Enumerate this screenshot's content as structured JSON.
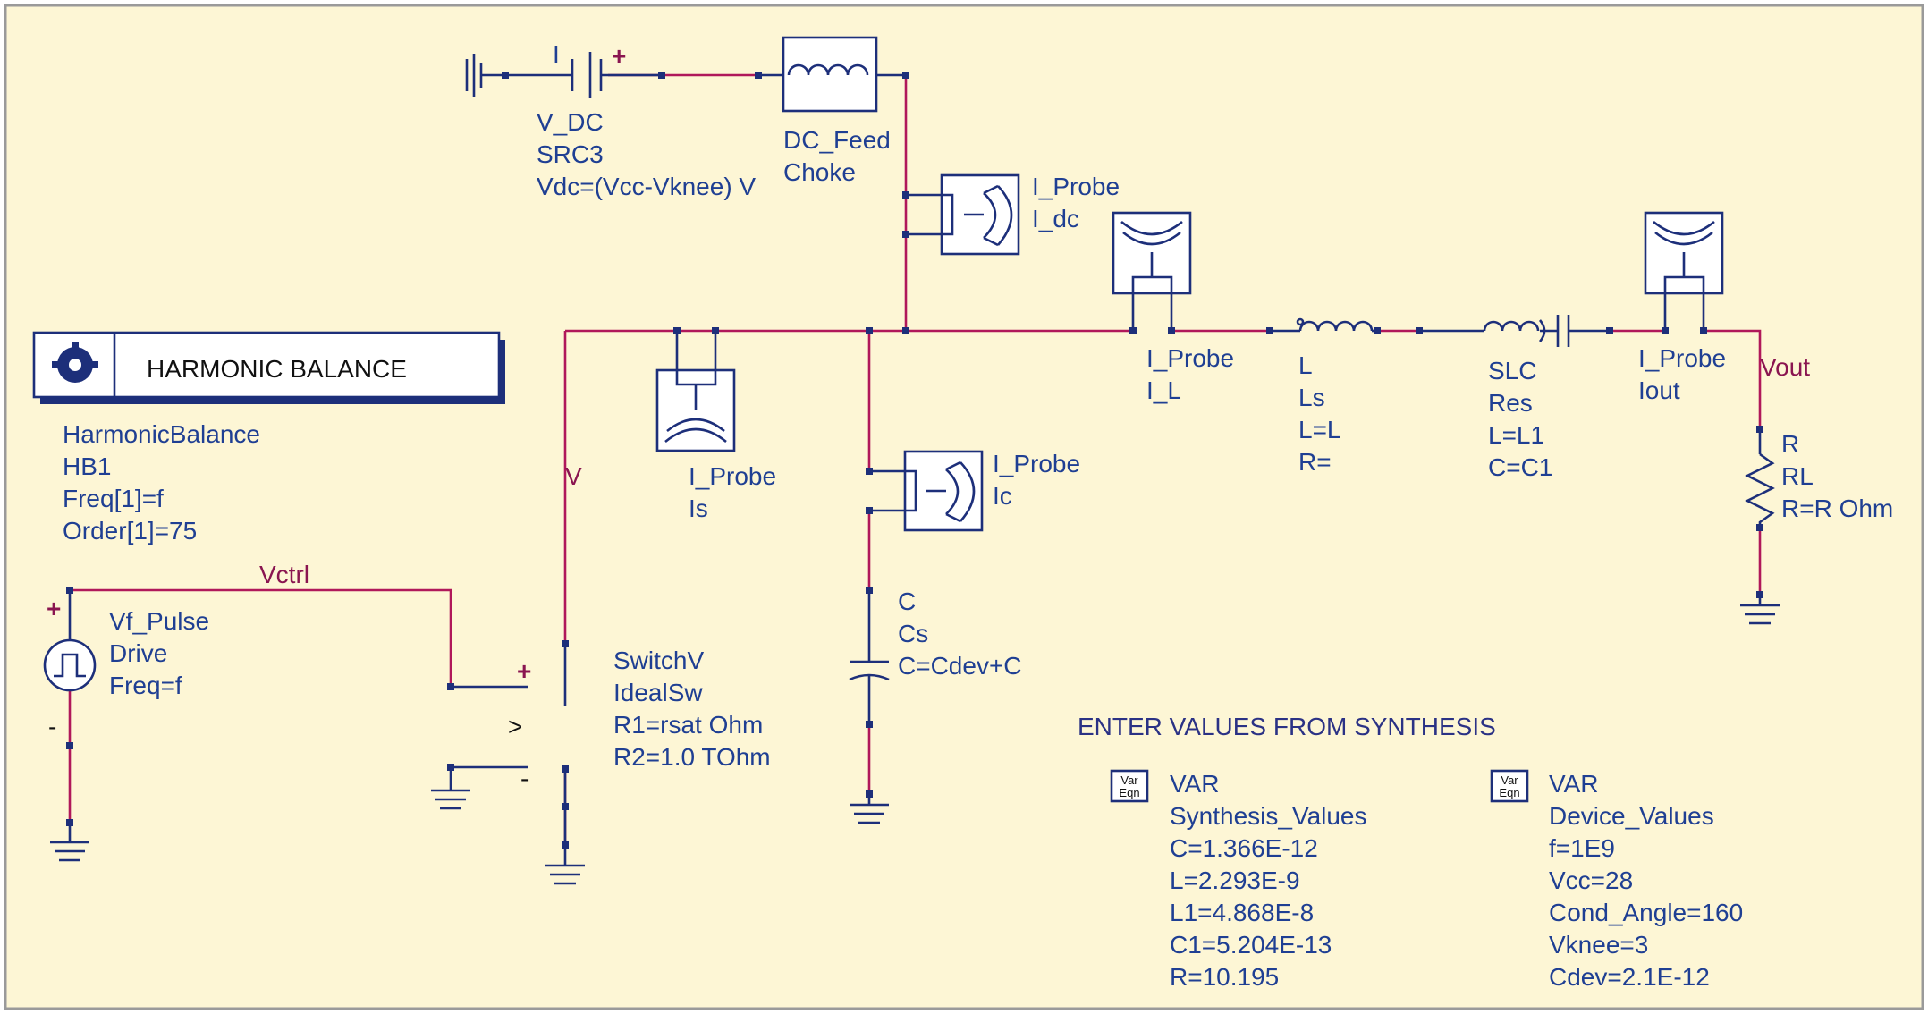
{
  "hb": {
    "header": "HARMONIC BALANCE",
    "lines": [
      "HarmonicBalance",
      "HB1",
      "Freq[1]=f",
      "Order[1]=75"
    ]
  },
  "vdc": {
    "lines": [
      "V_DC",
      "SRC3",
      "Vdc=(Vcc-Vknee) V"
    ],
    "minus": "I",
    "plus": "+"
  },
  "dcfeed": {
    "lines": [
      "DC_Feed",
      "Choke"
    ]
  },
  "probe_dc": {
    "lines": [
      "I_Probe",
      "I_dc"
    ]
  },
  "probe_l": {
    "lines": [
      "I_Probe",
      "I_L"
    ]
  },
  "probe_out": {
    "lines": [
      "I_Probe",
      "Iout"
    ]
  },
  "probe_s": {
    "lines": [
      "I_Probe",
      "Is"
    ]
  },
  "probe_c": {
    "lines": [
      "I_Probe",
      "Ic"
    ]
  },
  "ind": {
    "lines": [
      "L",
      "Ls",
      "L=L",
      "R="
    ]
  },
  "slc": {
    "lines": [
      "SLC",
      "Res",
      "L=L1",
      "C=C1"
    ]
  },
  "cap": {
    "lines": [
      "C",
      "Cs",
      "C=Cdev+C"
    ]
  },
  "res": {
    "lines": [
      "R",
      "RL",
      "R=R Ohm"
    ]
  },
  "pulse": {
    "lines": [
      "Vf_Pulse",
      "Drive",
      "Freq=f"
    ],
    "plus": "+",
    "minus": "-"
  },
  "sw": {
    "lines": [
      "SwitchV",
      "IdealSw",
      "R1=rsat Ohm",
      "R2=1.0 TOhm"
    ],
    "plus": "+",
    "minus": "-",
    "arrow": ">"
  },
  "nets": {
    "v": "V",
    "vctrl": "Vctrl",
    "vout": "Vout"
  },
  "banner": "ENTER VALUES FROM SYNTHESIS",
  "var1": {
    "icon_top": "Var",
    "icon_bot": "Eqn",
    "lines": [
      "VAR",
      "Synthesis_Values",
      "C=1.366E-12",
      "L=2.293E-9",
      "L1=4.868E-8",
      "C1=5.204E-13",
      "R=10.195"
    ]
  },
  "var2": {
    "icon_top": "Var",
    "icon_bot": "Eqn",
    "lines": [
      "VAR",
      "Device_Values",
      "f=1E9",
      "Vcc=28",
      "Cond_Angle=160",
      "Vknee=3",
      "Cdev=2.1E-12"
    ]
  },
  "colors": {
    "background": "#fdf6d5",
    "wire": "#b0185a",
    "component": "#1d2f7a",
    "text": "#1f3f93",
    "frame": "#9a9a9a"
  }
}
